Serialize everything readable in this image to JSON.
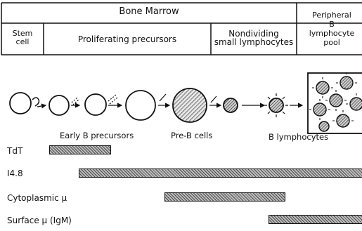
{
  "header": {
    "bone_marrow": "Bone Marrow",
    "peripheral": "Peripheral\nB\nlymphocyte\npool",
    "stem_cell": "Stem\ncell",
    "proliferating": "Proliferating precursors",
    "nondividing": "Nondividing\nsmall lymphocytes"
  },
  "stages": {
    "early_b": "Early B precursors",
    "pre_b": "Pre-B cells",
    "b_lymph": "B lymphocytes"
  },
  "markers": [
    {
      "label": "TdT"
    },
    {
      "label": "I4.8"
    },
    {
      "label": "Cytoplasmic μ"
    },
    {
      "label": "Surface μ (IgM)"
    }
  ]
}
